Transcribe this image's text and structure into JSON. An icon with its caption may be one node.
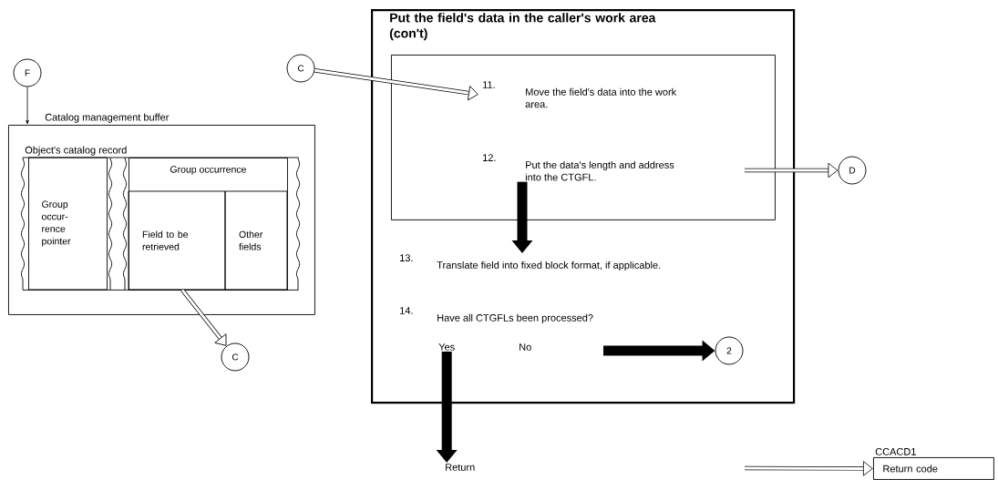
{
  "diagram": {
    "nodes": [
      {
        "text": [
          "F"
        ]
      },
      {
        "text": [
          "Catalog management buffer"
        ]
      },
      {
        "text": [
          "Object's catalog record"
        ],
        "in": 1
      },
      {
        "text": [
          "Group occur- rence pointer"
        ],
        "in": 2
      },
      {
        "text": [
          "Group occurrence"
        ],
        "in": 2
      },
      {
        "text": [
          "Field to be retrieved"
        ],
        "in": 4
      },
      {
        "text": [
          "Other fields"
        ],
        "in": 4
      },
      {
        "text": [
          "C"
        ]
      },
      {
        "text": [
          "C"
        ]
      },
      {
        "text": [
          "Put the field's data in the caller's work area (con't)"
        ]
      },
      {
        "text": [],
        "shape": "box",
        "in": 9
      },
      {
        "text": [
          "11.",
          "Move the field's data into the work area."
        ],
        "in": 10
      },
      {
        "text": [
          "12.",
          "Put the data's length and address into the CTGFL."
        ],
        "in": 10
      },
      {
        "text": [
          "13.",
          "Translate field into fixed block format, if applicable."
        ],
        "in": 9
      },
      {
        "text": [
          "14.",
          "Have all CTGFLs been processed?"
        ],
        "in": 9
      },
      {
        "text": [
          "Yes"
        ],
        "in": 9
      },
      {
        "text": [
          "No"
        ],
        "in": 9
      },
      {
        "text": [
          "D"
        ]
      },
      {
        "text": [
          "2"
        ],
        "in": 9
      },
      {
        "text": [
          "Return"
        ]
      },
      {
        "text": [
          "CCACD1",
          "Return code"
        ]
      }
    ],
    "edges": [
      {
        "from": 0,
        "to": 1,
        "arrow": "to"
      },
      {
        "from": 5,
        "to": 7,
        "arrow": "to"
      },
      {
        "from": 8,
        "to": 11,
        "arrow": "to"
      },
      {
        "from": null,
        "to": 17,
        "arrow": "to"
      },
      {
        "from": 12,
        "to": 13,
        "arrow": "to",
        "style": "thick"
      },
      {
        "from": null,
        "to": 18,
        "arrow": "to",
        "style": "thick"
      },
      {
        "from": 15,
        "to": 19,
        "arrow": "to",
        "style": "thick"
      },
      {
        "from": null,
        "to": 20,
        "arrow": "to"
      }
    ]
  }
}
